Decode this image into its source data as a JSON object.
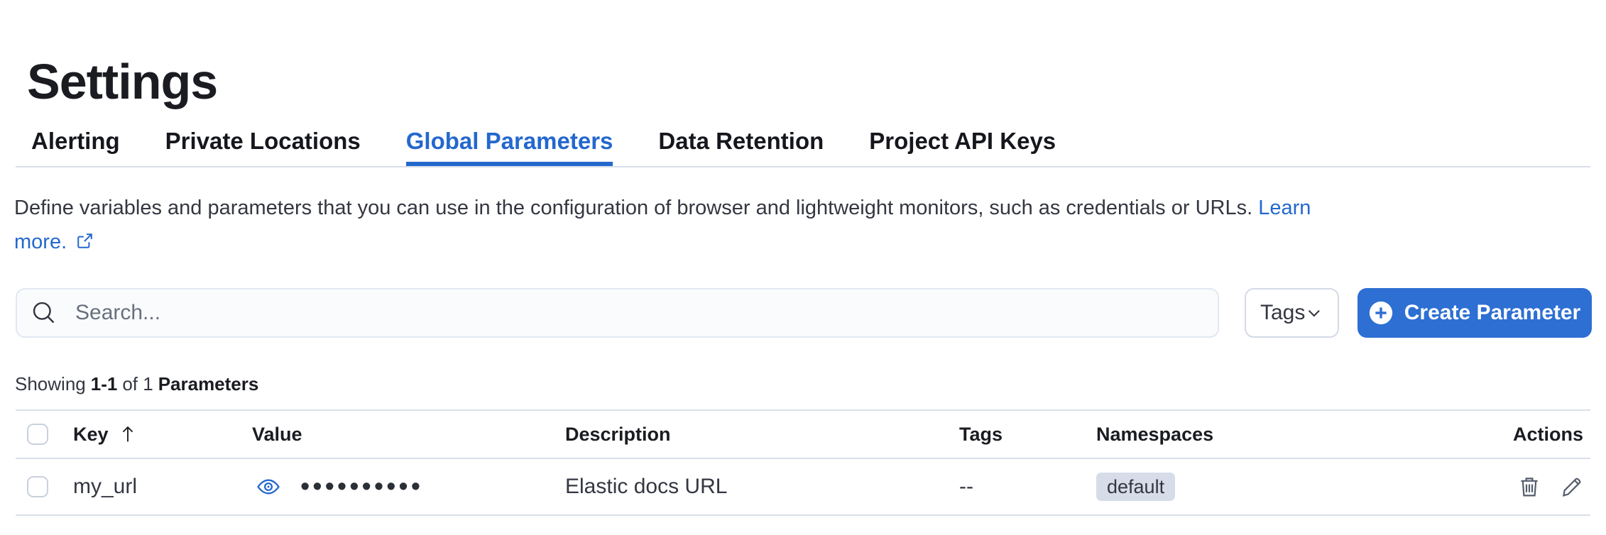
{
  "page": {
    "title": "Settings"
  },
  "tabs": [
    {
      "label": "Alerting",
      "selected": false
    },
    {
      "label": "Private Locations",
      "selected": false
    },
    {
      "label": "Global Parameters",
      "selected": true
    },
    {
      "label": "Data Retention",
      "selected": false
    },
    {
      "label": "Project API Keys",
      "selected": false
    }
  ],
  "description": {
    "body": "Define variables and parameters that you can use in the configuration of browser and lightweight monitors, such as credentials or URLs.",
    "link_line1": "Learn",
    "link_line2": "more."
  },
  "toolbar": {
    "search_placeholder": "Search...",
    "search_value": "",
    "tags_button": "Tags",
    "create_button": "Create Parameter"
  },
  "summary": {
    "prefix": "Showing",
    "range": "1-1",
    "middle": "of 1",
    "entity": "Parameters"
  },
  "table": {
    "columns": [
      "Key",
      "Value",
      "Description",
      "Tags",
      "Namespaces",
      "Actions"
    ],
    "sort": {
      "column": "Key",
      "direction": "ascending"
    },
    "rows": [
      {
        "key": "my_url",
        "value_masked": "••••••••••",
        "description": "Elastic docs URL",
        "tags": "--",
        "namespaces": [
          "default"
        ],
        "actions": [
          "delete",
          "edit"
        ]
      }
    ]
  },
  "icons": {
    "search": "magnifier-icon",
    "tags_dropdown": "chevron-down-icon",
    "create": "plus-in-circle-icon",
    "learn_more": "external-link-icon",
    "value_reveal": "eye-icon",
    "sort": "arrow-up-icon",
    "row_actions": [
      "trash-icon",
      "pencil-icon"
    ]
  },
  "colors": {
    "primary": "#2468cd",
    "button": "#2d6fd3",
    "text": "#343741",
    "title": "#1a1c21",
    "subdued": "#69707d",
    "divider": "#d9dfe9",
    "border": "#d3dae6",
    "badge_bg": "#d6dce8",
    "input_bg": "#fafbfd",
    "icon_action": "#535d6c"
  }
}
